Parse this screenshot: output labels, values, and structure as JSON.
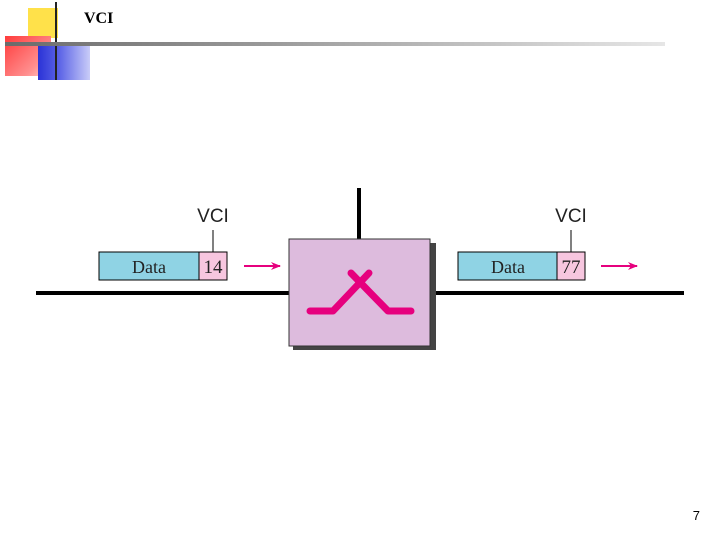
{
  "slide": {
    "title": "VCI",
    "page_number": "7"
  },
  "diagram": {
    "incoming_packet": {
      "data_label": "Data",
      "vci_value": "14",
      "vci_label": "VCI"
    },
    "outgoing_packet": {
      "data_label": "Data",
      "vci_value": "77",
      "vci_label": "VCI"
    },
    "colors": {
      "data_field": "#8fd3e4",
      "vci_field": "#f7c6df",
      "switch_box": "#ddbbdd",
      "switch_path": "#e6007e",
      "arrow": "#e6007e",
      "line": "#000000"
    }
  }
}
